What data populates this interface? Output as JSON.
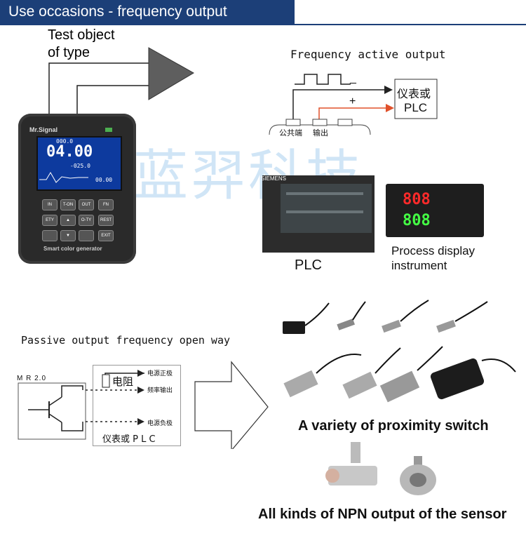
{
  "header": {
    "title": "Use occasions - frequency output"
  },
  "test_object": {
    "line1": "Test object",
    "line2": "of type"
  },
  "active_output": {
    "title": "Frequency active output",
    "plus_sign": "+",
    "minus_sign": "_",
    "target_line1": "仪表或",
    "target_line2": "PLC",
    "terminal_common": "公共端",
    "terminal_output": "输出"
  },
  "watermark": "蓝羿科技",
  "device": {
    "brand": "Mr.Signal",
    "main_value": "04.00",
    "top_value": "000.0",
    "second_value": "-025.0",
    "bottom_value": "00.00",
    "keys": [
      "IN",
      "T-ON",
      "OUT",
      "FN",
      "ETY",
      "▲",
      "O-TY",
      "REST",
      "",
      "▼",
      "",
      "EXIT"
    ],
    "footer": "Smart color generator"
  },
  "plc": {
    "brand": "SIEMENS",
    "label": "PLC"
  },
  "instrument": {
    "pv": "808",
    "sv": "808",
    "label_line1": "Process display",
    "label_line2": "instrument"
  },
  "passive_output": {
    "title": "Passive output frequency open way",
    "model": "M R 2.0",
    "resistor": "电阻",
    "pin_positive": "电源正极",
    "pin_frequency": "频率输出",
    "pin_negative": "电源负极",
    "box_label": "仪表或 P L C"
  },
  "proximity": {
    "caption": "A variety of proximity switch"
  },
  "sensor": {
    "caption": "All kinds of NPN output of the sensor"
  }
}
